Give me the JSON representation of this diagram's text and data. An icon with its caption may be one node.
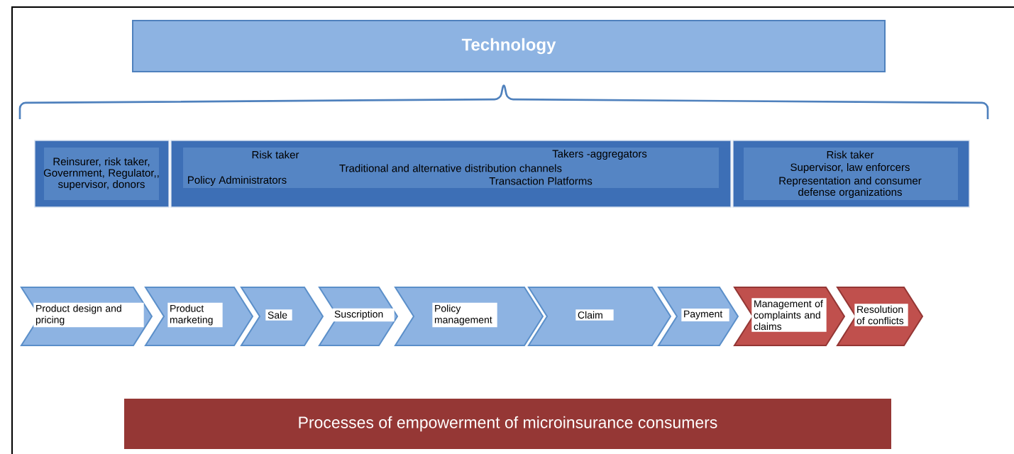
{
  "diagram": {
    "nodes": [
      {
        "text": [
          "Technology"
        ]
      },
      {
        "text": [
          "Reinsurer, risk taker, Government, Regulator,, supervisor, donors"
        ]
      },
      {
        "text": [
          "Risk taker",
          "Takers -aggregators",
          "Traditional and alternative distribution channels",
          "Policy Administrators",
          "Transaction Platforms"
        ]
      },
      {
        "text": [
          "Risk taker",
          "Supervisor, law enforcers",
          "Representation and consumer defense organizations"
        ]
      },
      {
        "text": [
          "Product design and pricing"
        ]
      },
      {
        "text": [
          "Product marketing"
        ]
      },
      {
        "text": [
          "Sale"
        ]
      },
      {
        "text": [
          "Suscription"
        ]
      },
      {
        "text": [
          "Policy management"
        ]
      },
      {
        "text": [
          "Claim"
        ]
      },
      {
        "text": [
          "Payment"
        ]
      },
      {
        "text": [
          "Management of complaints and claims"
        ]
      },
      {
        "text": [
          "Resolution of conflicts"
        ]
      },
      {
        "text": [
          "Processes of empowerment of microinsurance consumers"
        ]
      }
    ],
    "edges": []
  }
}
